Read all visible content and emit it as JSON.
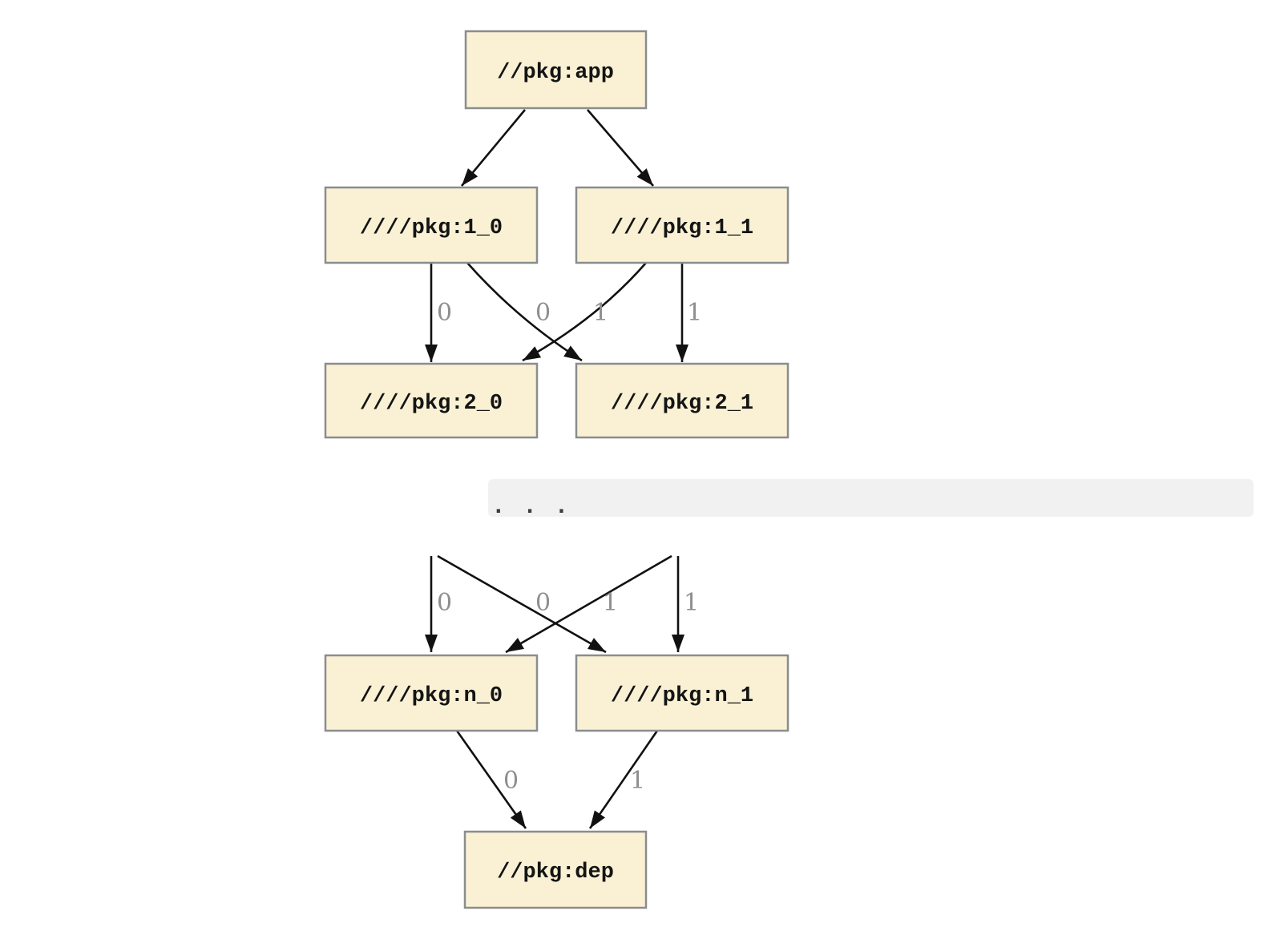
{
  "graph": {
    "kind": "dependency-diagram",
    "nodes": [
      {
        "id": "app",
        "label": "//pkg:app"
      },
      {
        "id": "1_0",
        "label": "////pkg:1_0"
      },
      {
        "id": "1_1",
        "label": "////pkg:1_1"
      },
      {
        "id": "2_0",
        "label": "////pkg:2_0"
      },
      {
        "id": "2_1",
        "label": "////pkg:2_1"
      },
      {
        "id": "n_0",
        "label": "////pkg:n_0"
      },
      {
        "id": "n_1",
        "label": "////pkg:n_1"
      },
      {
        "id": "dep",
        "label": "//pkg:dep"
      }
    ],
    "edges": [
      {
        "from": "app",
        "to": "1_0",
        "label": null
      },
      {
        "from": "app",
        "to": "1_1",
        "label": null
      },
      {
        "from": "1_0",
        "to": "2_0",
        "label": "0"
      },
      {
        "from": "1_0",
        "to": "2_1",
        "label": "0"
      },
      {
        "from": "1_1",
        "to": "2_0",
        "label": "1"
      },
      {
        "from": "1_1",
        "to": "2_1",
        "label": "1"
      },
      {
        "from": "...",
        "to": "n_0",
        "label": "0"
      },
      {
        "from": "...",
        "to": "n_1",
        "label": "0"
      },
      {
        "from": "...",
        "to": "n_0",
        "label": "1"
      },
      {
        "from": "...",
        "to": "n_1",
        "label": "1"
      },
      {
        "from": "n_0",
        "to": "dep",
        "label": "0"
      },
      {
        "from": "n_1",
        "to": "dep",
        "label": "1"
      }
    ],
    "ellipsis": ". . .",
    "colors": {
      "node_fill": "#faf1d4",
      "node_border": "#898d8f",
      "edge": "#111111",
      "edge_label": "#8f8f8f",
      "band_background": "#f1f1f1",
      "band_text": "#3d3d3d",
      "page_background": "#ffffff"
    }
  }
}
